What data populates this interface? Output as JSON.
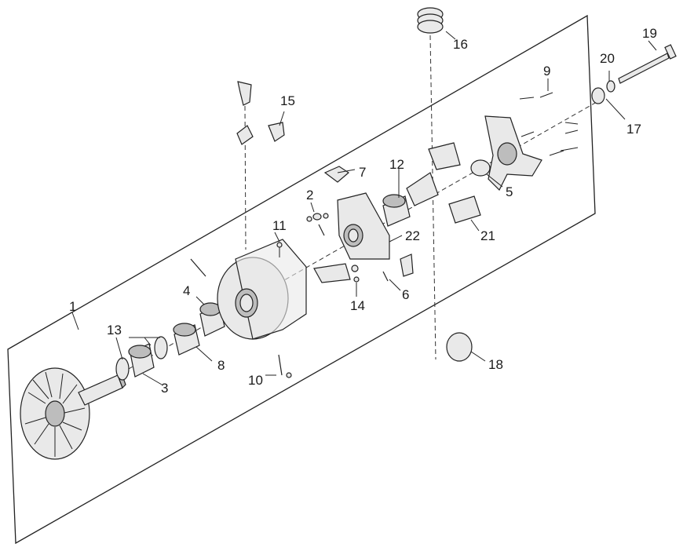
{
  "labels": {
    "l1": "1",
    "l2": "2",
    "l3": "3",
    "l4": "4",
    "l5": "5",
    "l6": "6",
    "l7": "7",
    "l8": "8",
    "l9": "9",
    "l10": "10",
    "l11": "11",
    "l12": "12",
    "l13": "13",
    "l14": "14",
    "l15": "15",
    "l16": "16",
    "l17": "17",
    "l18": "18",
    "l19": "19",
    "l20": "20",
    "l21": "21",
    "l22": "22"
  },
  "colors": {
    "line": "#222222",
    "part_fill": "#e9e9e9",
    "part_shade": "#bdbdbd"
  }
}
